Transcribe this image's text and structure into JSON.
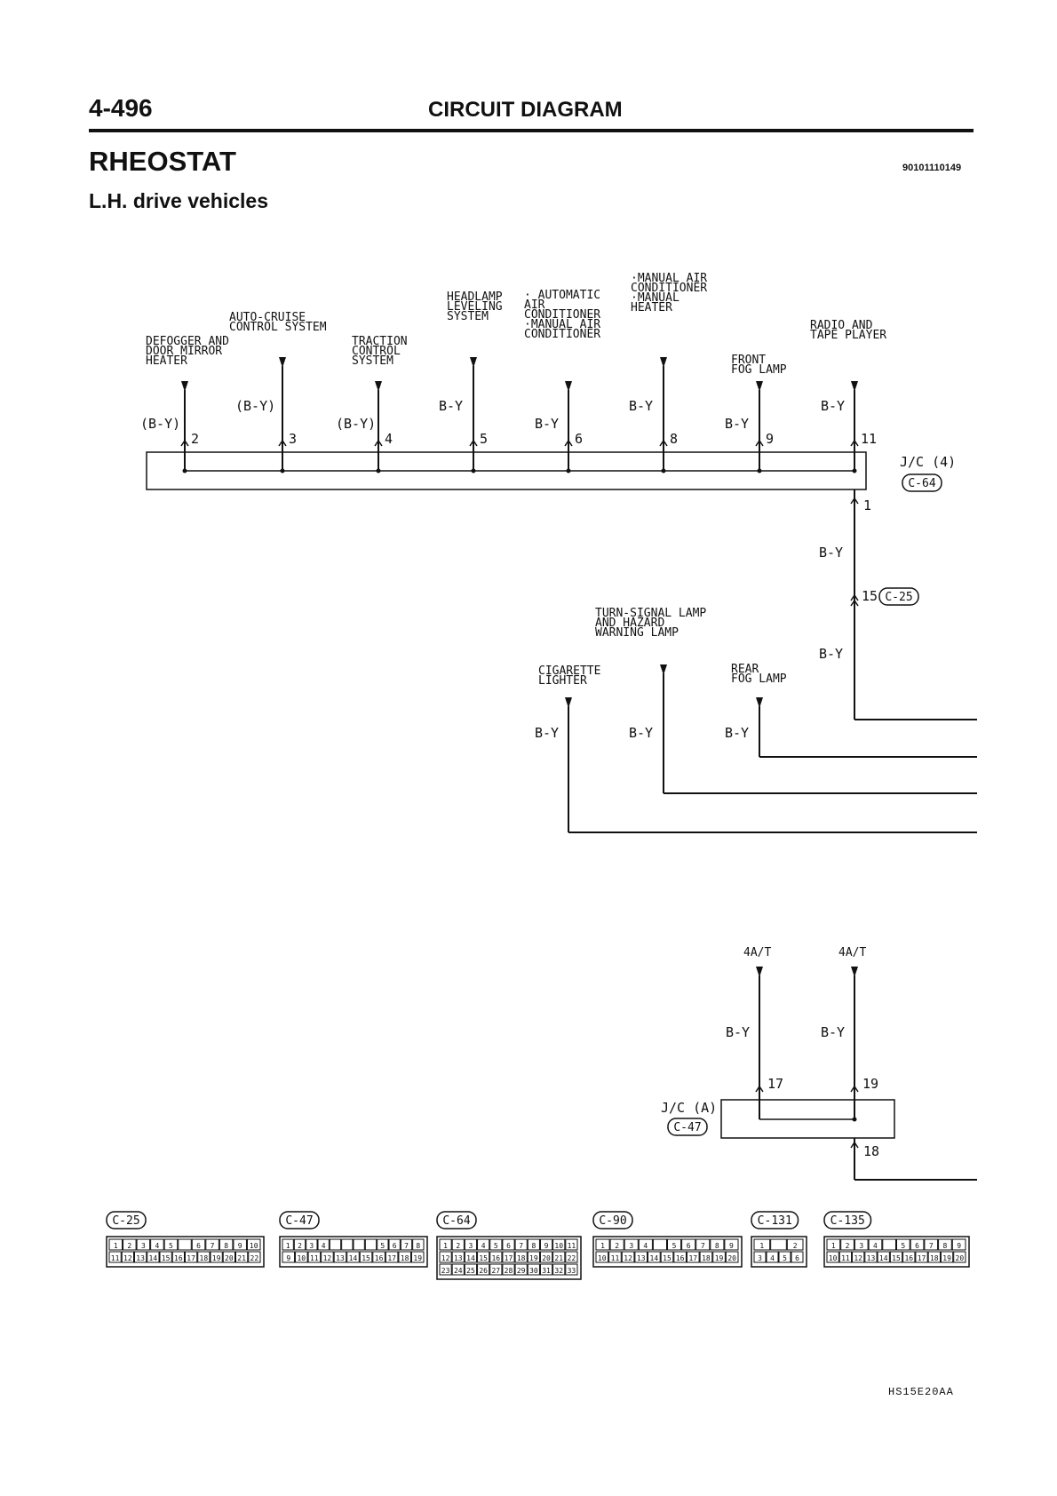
{
  "header": {
    "page_number": "4-496",
    "title": "CIRCUIT DIAGRAM"
  },
  "section": {
    "title": "RHEOSTAT",
    "code": "90101110149",
    "subtitle": "L.H. drive vehicles"
  },
  "jc4": {
    "name": "J/C (4)",
    "connector": "C-64",
    "output_pin": "1",
    "branches": [
      {
        "label": [
          "DEFOGGER AND",
          "DOOR MIRROR",
          "HEATER"
        ],
        "wire": "(B-Y)",
        "pin": "2"
      },
      {
        "label": [
          "AUTO-CRUISE",
          "CONTROL SYSTEM"
        ],
        "wire": "(B-Y)",
        "pin": "3"
      },
      {
        "label": [
          "TRACTION",
          "CONTROL",
          "SYSTEM"
        ],
        "wire": "(B-Y)",
        "pin": "4"
      },
      {
        "label": [
          "HEADLAMP",
          "LEVELING",
          "SYSTEM"
        ],
        "wire": "B-Y",
        "pin": "5"
      },
      {
        "label": [
          "· AUTOMATIC",
          "AIR",
          "CONDITIONER",
          "·MANUAL AIR",
          "CONDITIONER"
        ],
        "wire": "B-Y",
        "pin": "6"
      },
      {
        "label": [
          "·MANUAL AIR",
          "CONDITIONER",
          "·MANUAL",
          "HEATER"
        ],
        "wire": "B-Y",
        "pin": "8"
      },
      {
        "label": [
          "FRONT",
          "FOG LAMP"
        ],
        "wire": "B-Y",
        "pin": "9"
      },
      {
        "label": [
          "RADIO AND",
          "TAPE PLAYER"
        ],
        "wire": "B-Y",
        "pin": "11"
      }
    ]
  },
  "trunk": {
    "wire_a": "B-Y",
    "connector_pin": "15",
    "connector": "C-25",
    "wire_b": "B-Y"
  },
  "lower_loads": [
    {
      "label": [
        "TURN-SIGNAL LAMP",
        "AND HAZARD",
        "WARNING LAMP"
      ],
      "wire": "B-Y"
    },
    {
      "label": [
        "CIGARETTE",
        "LIGHTER"
      ],
      "wire": "B-Y"
    },
    {
      "label": [
        "REAR",
        "FOG LAMP"
      ],
      "wire": "B-Y"
    }
  ],
  "jca": {
    "name": "J/C (A)",
    "connector": "C-47",
    "output_pin": "18",
    "branches": [
      {
        "label": "4A/T",
        "wire": "B-Y",
        "pin": "17"
      },
      {
        "label": "4A/T",
        "wire": "B-Y",
        "pin": "19"
      }
    ]
  },
  "connectors": [
    {
      "name": "C-25",
      "rows": [
        [
          "1",
          "2",
          "3",
          "4",
          "5",
          "",
          "6",
          "7",
          "8",
          "9",
          "10"
        ],
        [
          "11",
          "12",
          "13",
          "14",
          "15",
          "16",
          "17",
          "18",
          "19",
          "20",
          "21",
          "22"
        ]
      ]
    },
    {
      "name": "C-47",
      "rows": [
        [
          "1",
          "2",
          "3",
          "4",
          "",
          "",
          "",
          "",
          "5",
          "6",
          "7",
          "8"
        ],
        [
          "9",
          "10",
          "11",
          "12",
          "13",
          "14",
          "15",
          "16",
          "17",
          "18",
          "19"
        ]
      ]
    },
    {
      "name": "C-64",
      "rows": [
        [
          "1",
          "2",
          "3",
          "4",
          "5",
          "6",
          "7",
          "8",
          "9",
          "10",
          "11"
        ],
        [
          "12",
          "13",
          "14",
          "15",
          "16",
          "17",
          "18",
          "19",
          "20",
          "21",
          "22"
        ],
        [
          "23",
          "24",
          "25",
          "26",
          "27",
          "28",
          "29",
          "30",
          "31",
          "32",
          "33"
        ]
      ]
    },
    {
      "name": "C-90",
      "rows": [
        [
          "1",
          "2",
          "3",
          "4",
          "",
          "5",
          "6",
          "7",
          "8",
          "9"
        ],
        [
          "10",
          "11",
          "12",
          "13",
          "14",
          "15",
          "16",
          "17",
          "18",
          "19",
          "20"
        ]
      ]
    },
    {
      "name": "C-131",
      "rows": [
        [
          "1",
          "",
          "2"
        ],
        [
          "3",
          "4",
          "5",
          "6"
        ]
      ]
    },
    {
      "name": "C-135",
      "rows": [
        [
          "1",
          "2",
          "3",
          "4",
          "",
          "5",
          "6",
          "7",
          "8",
          "9"
        ],
        [
          "10",
          "11",
          "12",
          "13",
          "14",
          "15",
          "16",
          "17",
          "18",
          "19",
          "20"
        ]
      ]
    }
  ],
  "footer": {
    "code": "HS15E20AA"
  }
}
